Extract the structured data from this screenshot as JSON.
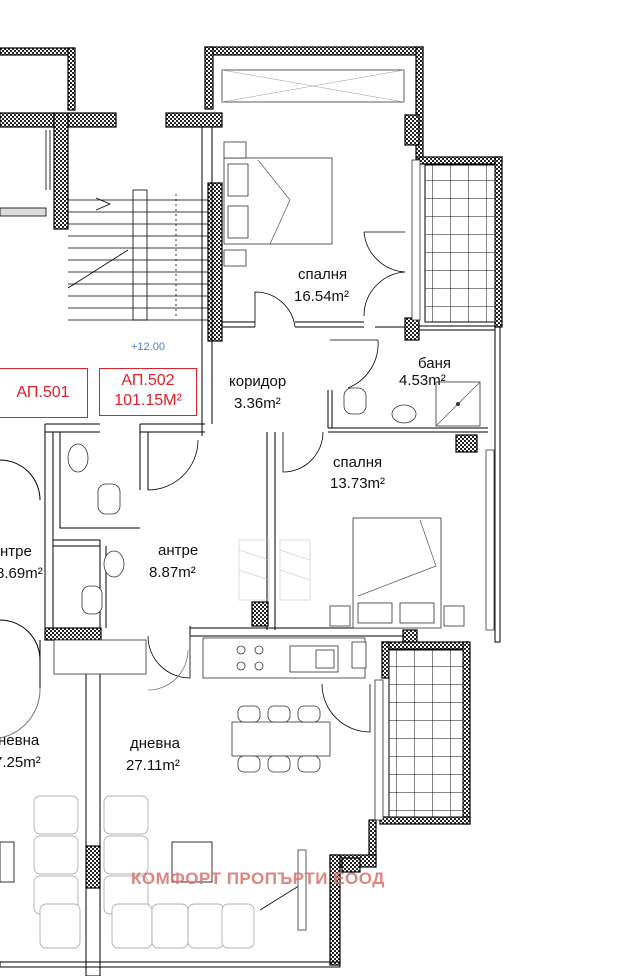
{
  "rooms": {
    "bedroom1": {
      "name": "спалня",
      "area": "16.54m²"
    },
    "bathroom": {
      "name": "баня",
      "area": "4.53m²"
    },
    "corridor": {
      "name": "коридор",
      "area": "3.36m²"
    },
    "bedroom2": {
      "name": "спалня",
      "area": "13.73m²"
    },
    "entry502": {
      "name": "антре",
      "area": "8.87m²"
    },
    "entry501": {
      "name": "нтре",
      "area": "8.69m²"
    },
    "living502": {
      "name": "дневна",
      "area": "27.11m²"
    },
    "living501": {
      "name": "невна",
      "area": "7.25m²"
    }
  },
  "apartments": {
    "ap501": {
      "label": "АП.501"
    },
    "ap502": {
      "label": "АП.502",
      "area": "101.15М²"
    }
  },
  "elevation": "+12.00",
  "watermark": "КОМФОРТ ПРОПЪРТИ ЕООД",
  "colors": {
    "apartment_label": "#e0202a",
    "elevation": "#4a7fd0",
    "watermark": "#d9706a"
  }
}
